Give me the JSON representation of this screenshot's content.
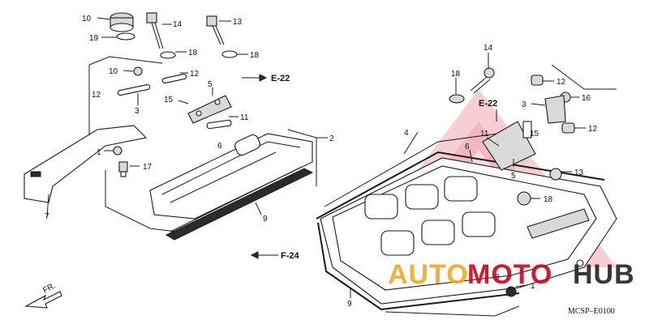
{
  "watermark": {
    "brand_left": "AUTO",
    "brand_mid": "MOTO",
    "brand_right": "HUB",
    "color_orange": "#f5a623",
    "color_red": "#d0021b",
    "color_dark": "#222222"
  },
  "diagram_code": "MCSP–E0100",
  "direction": {
    "text": "FR."
  },
  "refs": {
    "e22_a": "E-22",
    "e22_b": "E-22",
    "f24": "F-24"
  },
  "callouts": {
    "c10a": "10",
    "c19": "19",
    "c14a": "14",
    "c13a": "13",
    "c18a": "18",
    "c18b": "18",
    "c10b": "10",
    "c12a": "12",
    "c12b": "12",
    "c3a": "3",
    "c5a": "5",
    "c15a": "15",
    "c11a": "11",
    "c6a": "6",
    "c1a": "1",
    "c17": "17",
    "c7": "7",
    "c2": "2",
    "c9a": "9",
    "c4": "4",
    "c14b": "14",
    "c18c": "18",
    "c12c": "12",
    "c16": "16",
    "c3b": "3",
    "c12d": "12",
    "c11b": "11",
    "c15b": "15",
    "c6b": "6",
    "c5b": "5",
    "c13b": "13",
    "c18d": "18",
    "c1b": "1",
    "c9b": "9",
    "c8": "8"
  }
}
